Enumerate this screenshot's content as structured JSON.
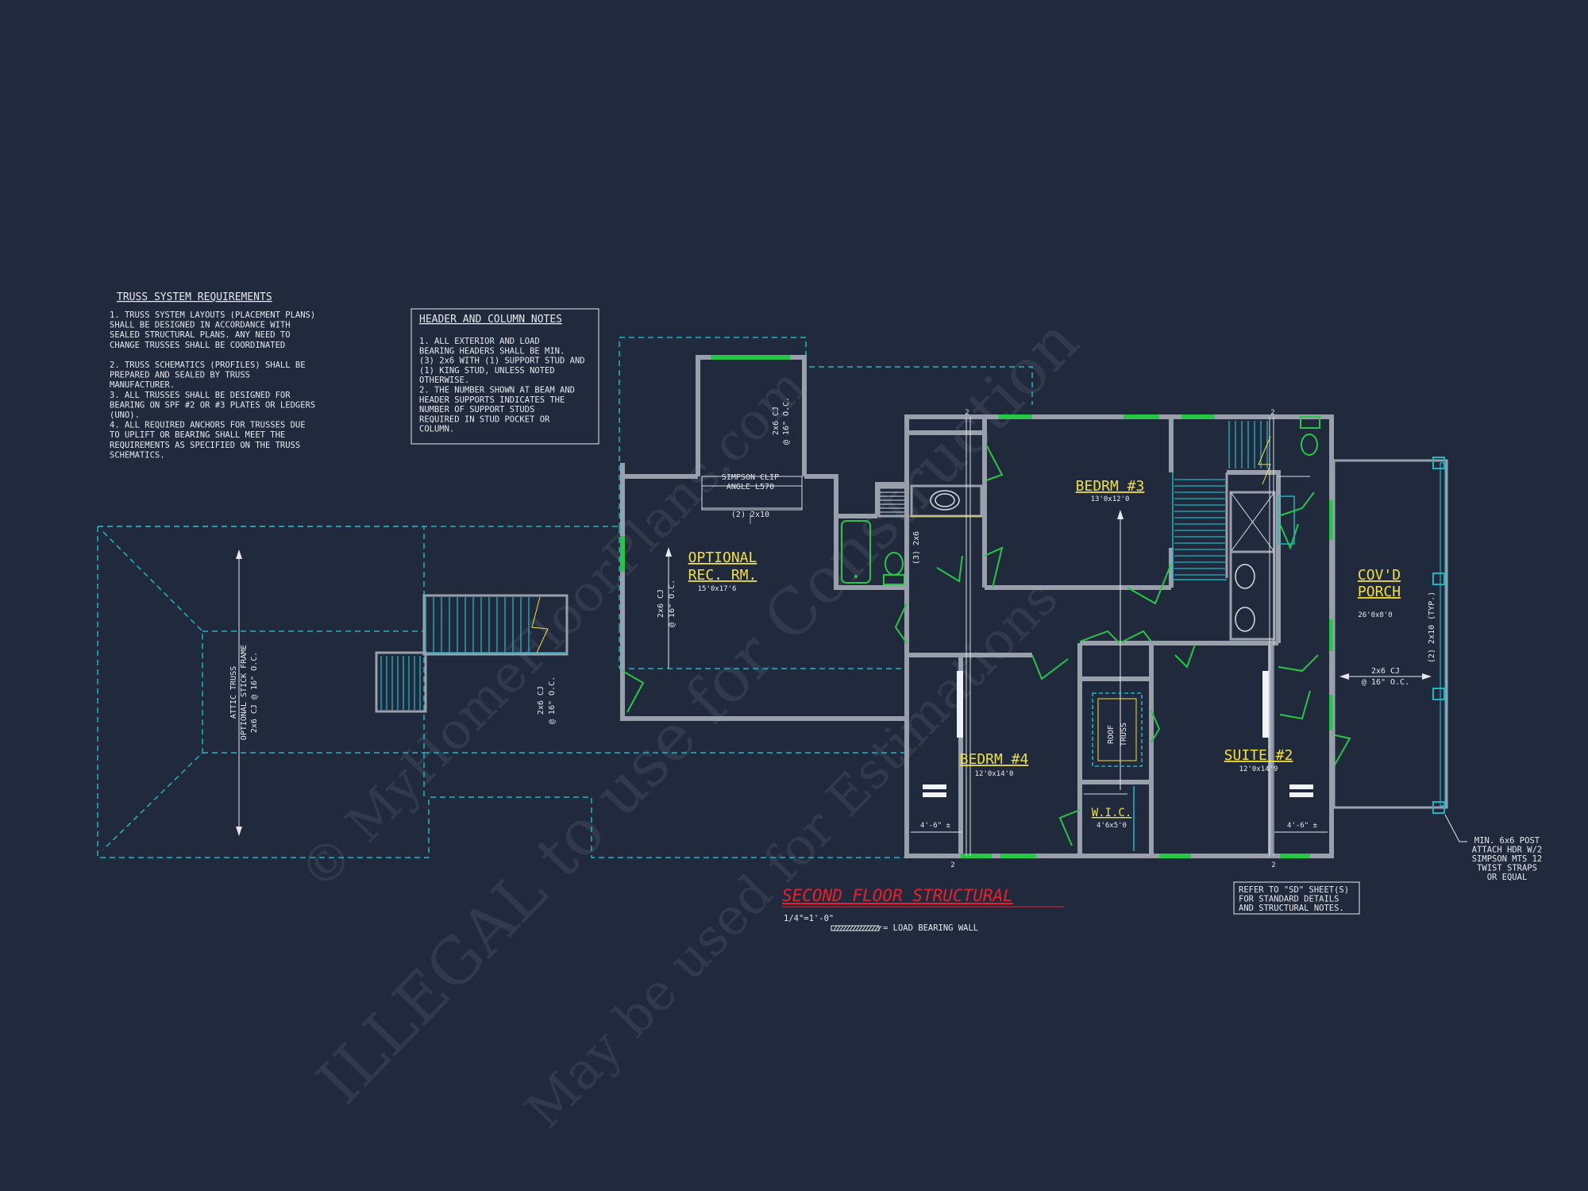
{
  "truss_notes": {
    "title": "TRUSS SYSTEM REQUIREMENTS",
    "lines": [
      "1. TRUSS SYSTEM LAYOUTS (PLACEMENT PLANS)",
      "SHALL BE DESIGNED IN ACCORDANCE WITH",
      "SEALED STRUCTURAL PLANS. ANY NEED TO",
      "CHANGE TRUSSES SHALL BE COORDINATED",
      "",
      "2. TRUSS SCHEMATICS (PROFILES) SHALL BE",
      "PREPARED AND SEALED BY TRUSS",
      "MANUFACTURER.",
      "3. ALL TRUSSES SHALL BE DESIGNED FOR",
      "BEARING ON SPF #2 OR #3 PLATES OR LEDGERS",
      "(UNO).",
      "4. ALL REQUIRED ANCHORS FOR TRUSSES DUE",
      "TO UPLIFT OR BEARING SHALL MEET THE",
      "REQUIREMENTS AS SPECIFIED ON THE TRUSS",
      "SCHEMATICS."
    ]
  },
  "header_notes": {
    "title": "HEADER AND COLUMN NOTES",
    "lines": [
      "1. ALL EXTERIOR AND LOAD",
      "BEARING HEADERS SHALL BE MIN.",
      "(3) 2x6 WITH (1) SUPPORT STUD AND",
      "(1) KING STUD, UNLESS NOTED",
      "OTHERWISE.",
      "2. THE NUMBER SHOWN AT BEAM AND",
      "HEADER SUPPORTS INDICATES THE",
      "NUMBER OF SUPPORT STUDS",
      "REQUIRED IN STUD POCKET OR",
      "COLUMN."
    ]
  },
  "rooms": {
    "rec_title_1": "OPTIONAL",
    "rec_title_2": "REC. RM.",
    "rec_size": "15'0x17'6",
    "bed3_title": "BEDRM #3",
    "bed3_size": "13'0x12'0",
    "bed4_title": "BEDRM #4",
    "bed4_size": "12'0x14'0",
    "suite_title": "SUITE #2",
    "suite_size": "12'0x14'9",
    "porch_title_1": "COV'D",
    "porch_title_2": "PORCH",
    "porch_size": "26'0x8'0",
    "wic_title": "W.I.C.",
    "wic_size": "4'6x5'0"
  },
  "labels": {
    "cj_2x6": "2x6 CJ",
    "oc_16": "@ 16\" O.C.",
    "simpson_1": "SIMPSON CLIP",
    "simpson_2": "ANGLE L570",
    "header_2x10": "(2) 2x10",
    "stud_3x6": "(3) 2x6",
    "attic_1": "ATTIC TRUSS",
    "attic_2": "OPTIONAL STICK FRAME",
    "attic_3": "2x6 CJ @ 16\" O.C.",
    "roof_truss_1": "ROOF",
    "roof_truss_2": "TRUSS",
    "porch_header": "(2) 2x10 (TYP.)",
    "dim_left": "4'-6\" ±",
    "dim_right": "4'-6\" ±",
    "stud_num": "2",
    "post_note": [
      "MIN. 6x6 POST",
      "ATTACH HDR W/2",
      "SIMPSON MTS 12",
      "TWIST STRAPS",
      "OR EQUAL"
    ],
    "refer_note": [
      "REFER TO \"SD\" SHEET(S)",
      "FOR STANDARD DETAILS",
      "AND STRUCTURAL NOTES."
    ],
    "plan_title": "SECOND FLOOR STRUCTURAL",
    "scale": "1/4\"=1'-0\"",
    "legend": "= LOAD BEARING WALL"
  },
  "watermark": {
    "line1": "© MyHomeFloorPlans.com",
    "line2": "ILLEGAL to use for Construction",
    "line3": "May be used for Estimations"
  },
  "colors": {
    "background": "#212a3c",
    "wall": "#9aa0ab",
    "window": "#26c744",
    "dashed": "#1fb5c2",
    "room_label": "#f2e03a",
    "title": "#e8202a"
  }
}
